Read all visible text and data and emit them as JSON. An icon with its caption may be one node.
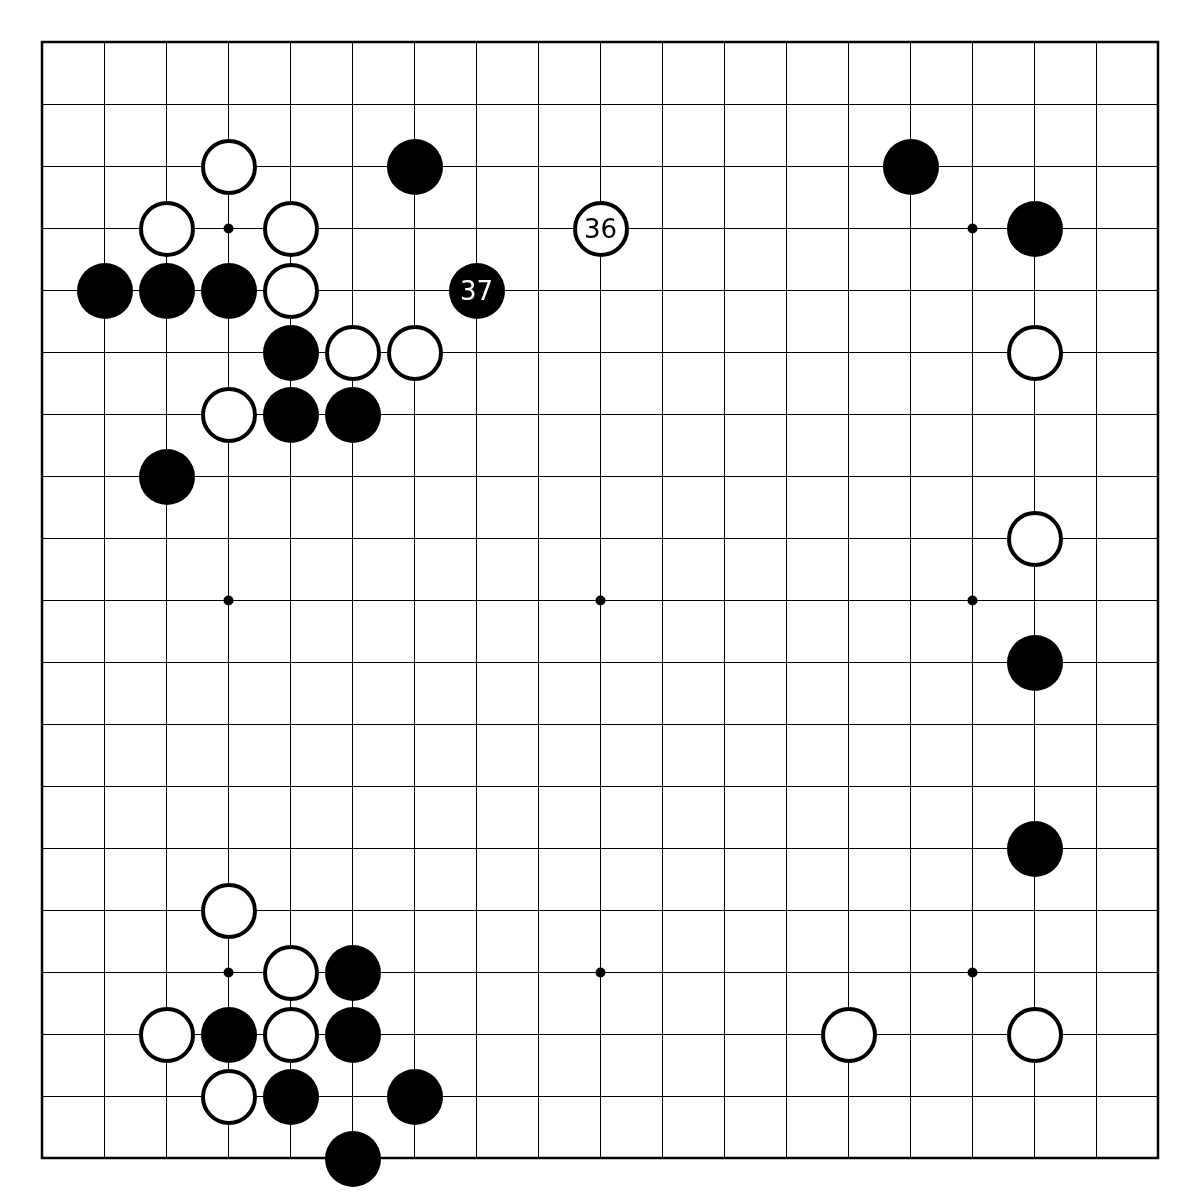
{
  "diagram": {
    "nodes": [
      {
        "text": [],
        "shape": "circle"
      },
      {
        "text": [],
        "shape": "circle"
      },
      {
        "text": [],
        "shape": "circle"
      },
      {
        "text": [],
        "shape": "circle"
      },
      {
        "text": [],
        "shape": "circle"
      },
      {
        "text": [
          "36"
        ]
      },
      {
        "text": [],
        "shape": "circle"
      },
      {
        "text": [],
        "shape": "circle"
      },
      {
        "text": [],
        "shape": "circle"
      },
      {
        "text": [],
        "shape": "circle"
      },
      {
        "text": [],
        "shape": "circle"
      },
      {
        "text": [
          "37"
        ]
      },
      {
        "text": [],
        "shape": "circle"
      },
      {
        "text": [],
        "shape": "circle"
      },
      {
        "text": [],
        "shape": "circle"
      },
      {
        "text": [],
        "shape": "circle"
      },
      {
        "text": [],
        "shape": "circle"
      },
      {
        "text": [],
        "shape": "circle"
      },
      {
        "text": [],
        "shape": "circle"
      },
      {
        "text": [],
        "shape": "circle"
      },
      {
        "text": [],
        "shape": "circle"
      },
      {
        "text": [],
        "shape": "circle"
      },
      {
        "text": [],
        "shape": "circle"
      },
      {
        "text": [],
        "shape": "circle"
      },
      {
        "text": [],
        "shape": "circle"
      },
      {
        "text": [],
        "shape": "circle"
      },
      {
        "text": [],
        "shape": "circle"
      },
      {
        "text": [],
        "shape": "circle"
      },
      {
        "text": [],
        "shape": "circle"
      },
      {
        "text": [],
        "shape": "circle"
      },
      {
        "text": [],
        "shape": "circle"
      },
      {
        "text": [],
        "shape": "circle"
      },
      {
        "text": [],
        "shape": "circle"
      },
      {
        "text": [],
        "shape": "circle"
      },
      {
        "text": [],
        "shape": "circle"
      },
      {
        "text": [],
        "shape": "circle"
      }
    ]
  }
}
